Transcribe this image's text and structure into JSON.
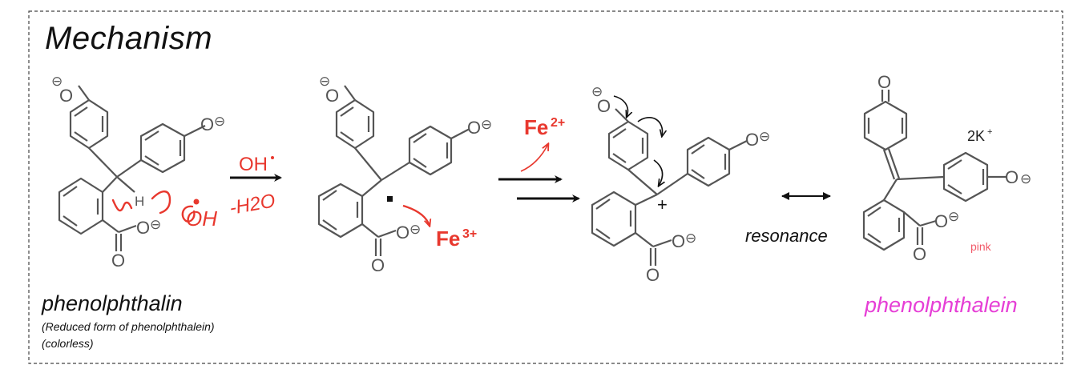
{
  "title": "Mechanism",
  "reactant_name": "phenolphthalin",
  "reactant_note_1": "(Reduced form of phenolphthalein)",
  "reactant_note_2": "(colorless)",
  "product_name": "phenolphthalein",
  "atoms": {
    "oxygen": "O",
    "hydrogen": "H",
    "negative_charge": "⊖",
    "positive_charge": "+",
    "radical_dot": "·"
  },
  "reagents": {
    "hydroxyl_radical": "OH",
    "hydroxyl_handwritten": "OH",
    "water_loss": "-H2O",
    "iron_3": "Fe",
    "iron_3_charge": "3+",
    "iron_2": "Fe",
    "iron_2_charge": "2+",
    "potassium": "2K",
    "potassium_charge": "+"
  },
  "labels": {
    "resonance": "resonance",
    "pink": "pink"
  },
  "colors": {
    "red": "#e8382e",
    "pink_text": "#f25b6a",
    "magenta": "#e63fd6",
    "structure": "#555555"
  }
}
